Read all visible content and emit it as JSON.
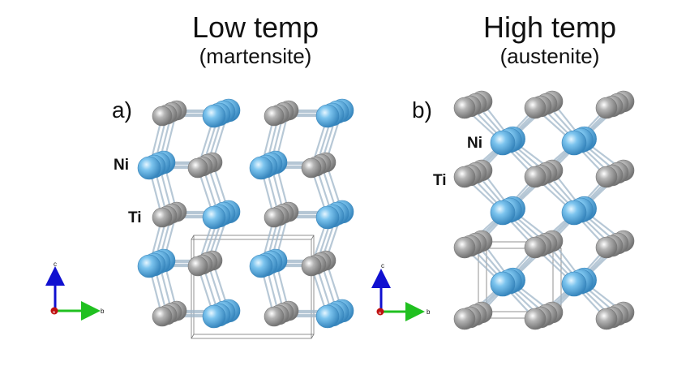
{
  "titles": {
    "left": {
      "main": "Low temp",
      "sub": "(martensite)"
    },
    "right": {
      "main": "High temp",
      "sub": "(austenite)"
    }
  },
  "panels": {
    "a": "a)",
    "b": "b)"
  },
  "labels": {
    "ni": "Ni",
    "ti": "Ti"
  },
  "axes": {
    "c": "c",
    "b": "b",
    "a": "a"
  },
  "colors": {
    "ni_atom": "#5aaee0",
    "ti_atom": "#a9a9a9",
    "c_axis": "#1010d0",
    "b_axis": "#20c020",
    "a_axis": "#c01010",
    "bond": "#9fb6c8"
  }
}
